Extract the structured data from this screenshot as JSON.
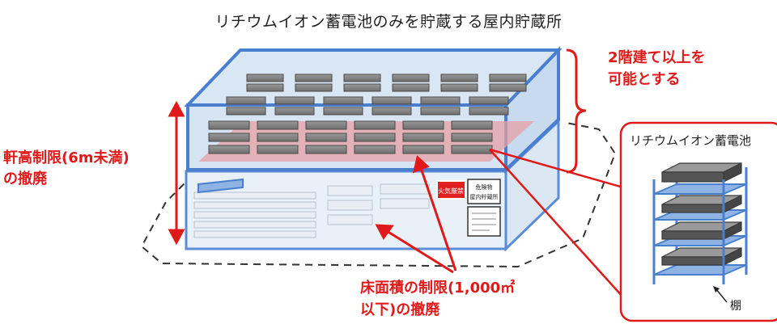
{
  "title": "リチウムイオン蓄電池のみを貯蔵する屋内貯蔵所",
  "labels": {
    "multi_story_1": "2階建て以上を",
    "multi_story_2": "可能とする",
    "eave_1": "軒高制限(6m未満)",
    "eave_2": "の撤廃",
    "floor_1": "床面積の制限(1,000㎡",
    "floor_2": "以下)の撤廃"
  },
  "inset": {
    "title": "リチウムイオン蓄電池",
    "shelf_label": "棚"
  },
  "signs": {
    "fire": "火気厳禁",
    "store_1": "危険物",
    "store_2": "屋内貯蔵所"
  },
  "colors": {
    "accent_red": "#e01a1a",
    "frame_blue": "#4a7fd0",
    "battery_gray": "#707070"
  }
}
